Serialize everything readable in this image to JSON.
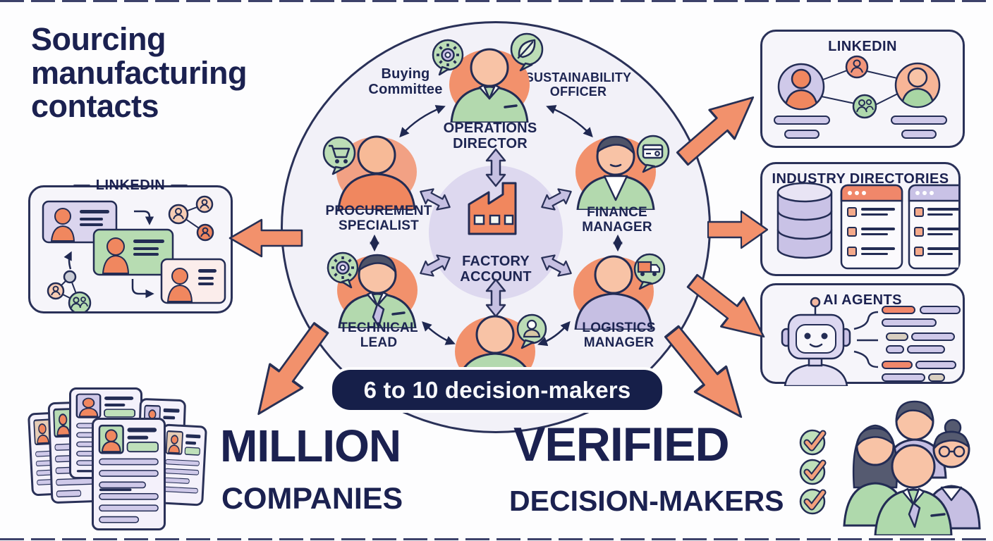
{
  "title": {
    "line1": "Sourcing",
    "line2": "manufacturing",
    "line3": "contacts"
  },
  "left_panel": {
    "title": "LINKEDIN"
  },
  "hub": {
    "buying_committee": {
      "l1": "Buying",
      "l2": "Committee"
    },
    "sustainability_officer": {
      "l1": "SUSTAINABILITY",
      "l2": "OFFICER"
    },
    "operations_director": {
      "l1": "OPERATIONS",
      "l2": "DIRECTOR"
    },
    "procurement_specialist": {
      "l1": "PROCUREMENT",
      "l2": "SPECIALIST"
    },
    "finance_manager": {
      "l1": "FINANCE",
      "l2": "MANAGER"
    },
    "technical_lead": {
      "l1": "TECHNICAL",
      "l2": "LEAD"
    },
    "logistics_manager": {
      "l1": "LOGISTICS",
      "l2": "MANAGER"
    },
    "factory_account": {
      "l1": "FACTORY",
      "l2": "ACCOUNT"
    }
  },
  "badge": {
    "text": "6 to 10 decision-makers"
  },
  "right_panels": {
    "linkedin": {
      "title": "LINKEDIN"
    },
    "industry_directories": {
      "title": "INDUSTRY DIRECTORIES"
    },
    "ai_agents": {
      "title": "AI AGENTS"
    }
  },
  "stats": {
    "companies": {
      "value": "MILLION",
      "label": "COMPANIES"
    },
    "decision_makers": {
      "value": "VERIFIED",
      "label": "DECISION-MAKERS"
    }
  },
  "icons": {
    "hub_center": "factory-icon",
    "operations": "gear-icon",
    "sustainability": "leaf-icon",
    "procurement": "cart-icon",
    "technical": "gear-icon",
    "finance": "wallet-icon",
    "logistics": "truck-icon",
    "buying_committee": "person-icon",
    "ai_agents": "robot-icon",
    "verified": "check-icon"
  },
  "colors": {
    "navy": "#1d2552",
    "orange": "#f2916c",
    "salmon": "#f0875f",
    "green": "#b3d9ae",
    "lavender": "#c9c2e4",
    "skin": "#f8c3a6",
    "hub_bg": "#f2f1f8",
    "hub_center_bg": "#ddd8ef",
    "badge_bg": "#161f49",
    "panel_bg": "#f6f5fa"
  }
}
